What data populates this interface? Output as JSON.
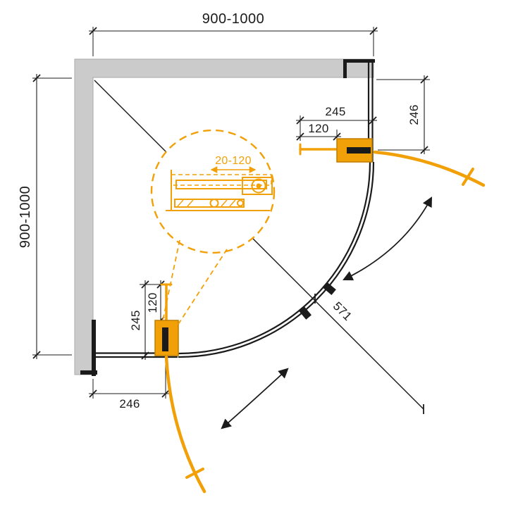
{
  "meta": {
    "drawing": "quadrant-shower-enclosure-plan-view"
  },
  "colors": {
    "accent_orange": "#F2A007",
    "line_black": "#1b1b1b",
    "wall_gray": "#cbcbcb"
  },
  "dims": {
    "top_width": "900-1000",
    "left_depth": "900-1000",
    "right_offset": "246",
    "top_handle_total": "245",
    "top_handle_inner": "120",
    "left_handle_total": "245",
    "left_handle_inner": "120",
    "bottom_offset": "246",
    "diagonal_opening": "571",
    "profile_adjustment": "20-120"
  }
}
